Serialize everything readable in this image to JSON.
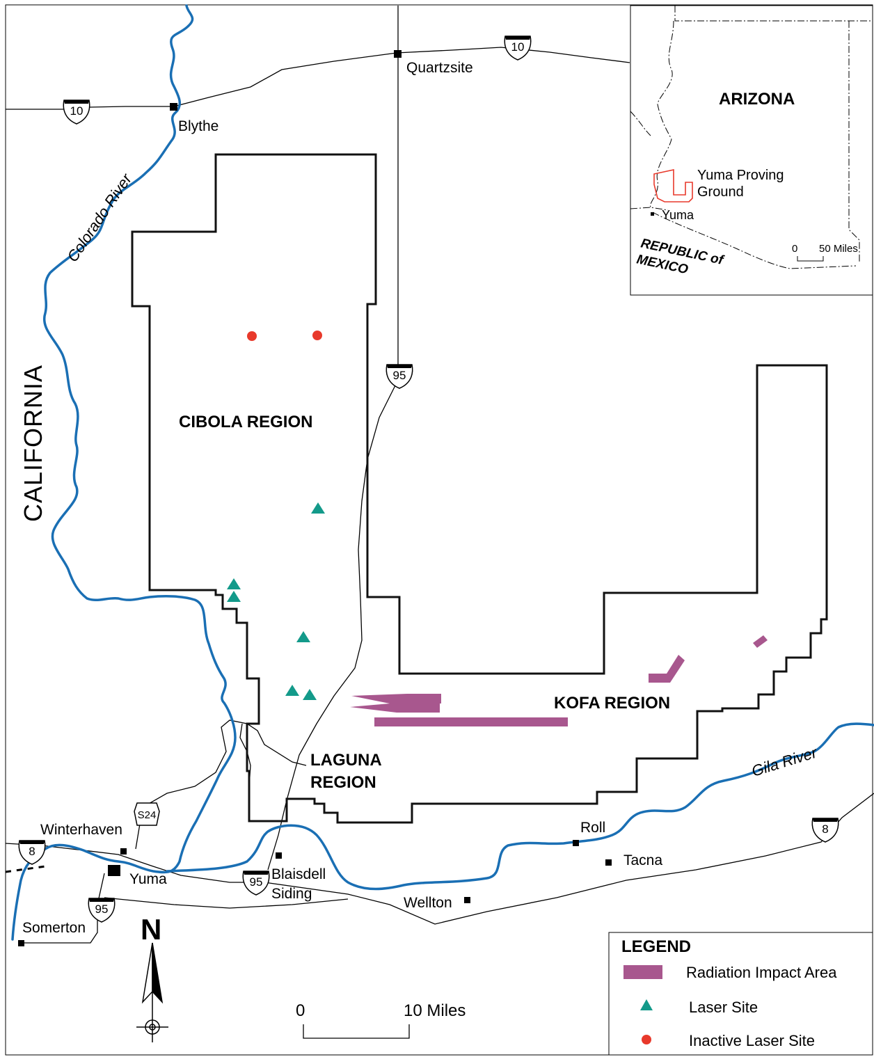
{
  "state_label": "CALIFORNIA",
  "regions": {
    "cibola": "CIBOLA REGION",
    "kofa": "KOFA REGION",
    "laguna_line1": "LAGUNA",
    "laguna_line2": "REGION"
  },
  "rivers": {
    "colorado": "Colorado River",
    "gila": "Gila River"
  },
  "cities": {
    "blythe": "Blythe",
    "quartzsite": "Quartzsite",
    "winterhaven": "Winterhaven",
    "yuma": "Yuma",
    "blaisdell_line1": "Blaisdell",
    "blaisdell_line2": "Siding",
    "somerton": "Somerton",
    "wellton": "Wellton",
    "roll": "Roll",
    "tacna": "Tacna"
  },
  "highways": {
    "i10_west": "10",
    "i10_east": "10",
    "us95_north": "95",
    "us95_blaisdell": "95",
    "us95_south": "95",
    "i8_west": "8",
    "i8_east": "8",
    "s24": "S24"
  },
  "north_arrow": "N",
  "scale_bar": {
    "start": "0",
    "end": "10 Miles"
  },
  "inset": {
    "state": "ARIZONA",
    "ypg_line1": "Yuma Proving",
    "ypg_line2": "Ground",
    "yuma": "Yuma",
    "mexico_line1": "REPUBLIC of",
    "mexico_line2": "MEXICO",
    "scale_start": "0",
    "scale_end": "50 Miles"
  },
  "legend": {
    "title": "LEGEND",
    "items": [
      {
        "label": "Radiation Impact Area",
        "symbol": "bar",
        "color": "#a8578e"
      },
      {
        "label": "Laser Site",
        "symbol": "triangle",
        "color": "#139a8a"
      },
      {
        "label": "Inactive Laser Site",
        "symbol": "circle",
        "color": "#e8392b"
      }
    ]
  },
  "colors": {
    "river": "#1a6fb4",
    "impact": "#a8578e",
    "laser": "#139a8a",
    "inactive": "#e8392b",
    "inset_boundary": "#e8392b"
  }
}
